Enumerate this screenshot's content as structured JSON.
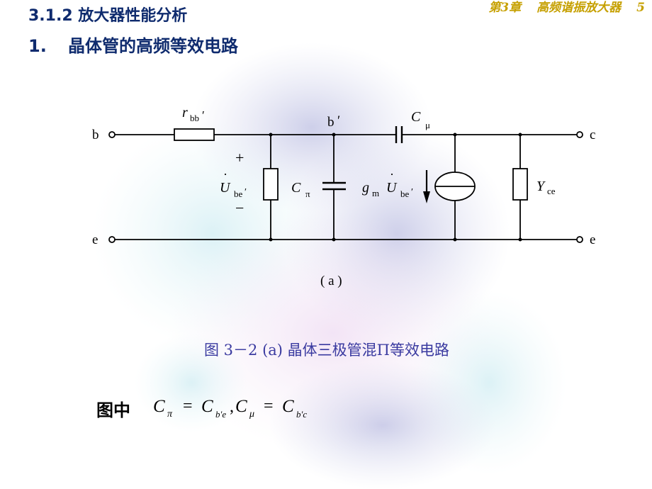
{
  "header": {
    "chapter": "第3章",
    "chapter_title": "高频谐振放大器",
    "page": "5"
  },
  "section": {
    "title": "3.1.2 放大器性能分析",
    "subtitle_number": "1.",
    "subtitle_text": "晶体管的高频等效电路"
  },
  "circuit": {
    "node_b": "b",
    "node_b_prime": "b",
    "prime_mark": "′",
    "node_c": "c",
    "node_e_left": "e",
    "node_e_right": "e",
    "r_symbol": "r",
    "r_sub": "bb",
    "r_prime": "′",
    "c_mu_symbol": "C",
    "c_mu_sub": "μ",
    "c_pi_symbol": "C",
    "c_pi_sub": "π",
    "plus": "+",
    "minus": "−",
    "u_symbol": "U",
    "u_sub": "be",
    "u_prime": "′",
    "gm_symbol": "g",
    "gm_sub": "m",
    "gu_symbol": "U",
    "gu_sub": "be",
    "gu_prime": "′",
    "y_symbol": "Y",
    "y_sub": "ce",
    "label_a": "( a )"
  },
  "caption": "图 3－2 (a) 晶体三极管混Π等效电路",
  "formula": {
    "label": "图中",
    "lhs1": "C",
    "lhs1_sub": "π",
    "eq1": "=",
    "rhs1": "C",
    "rhs1_sub": "b′e",
    "comma": ",",
    "lhs2": "C",
    "lhs2_sub": "μ",
    "eq2": "=",
    "rhs2": "C",
    "rhs2_sub": "b′c"
  },
  "colors": {
    "header": "#c6a000",
    "title": "#0f2b6e",
    "caption": "#3a3aa0"
  }
}
